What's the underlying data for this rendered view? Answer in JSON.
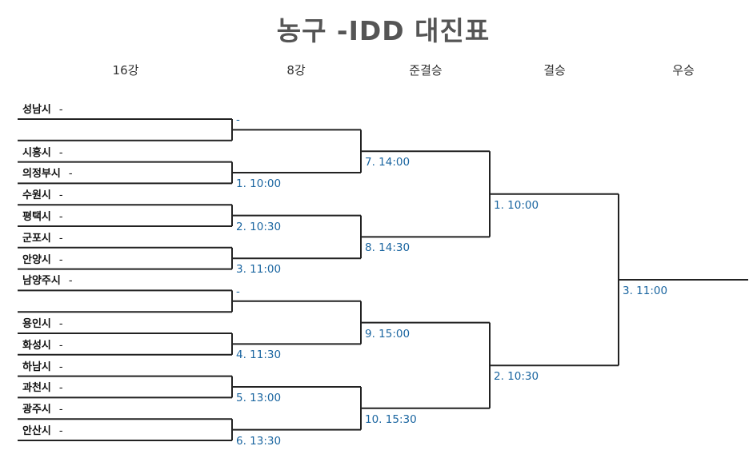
{
  "title": "농구 -IDD 대진표",
  "rounds": [
    "16강",
    "8강",
    "준결승",
    "결승",
    "우승"
  ],
  "teams": [
    {
      "name": "성남시",
      "score": "-"
    },
    {
      "name": "",
      "score": ""
    },
    {
      "name": "시흥시",
      "score": "-"
    },
    {
      "name": "의정부시",
      "score": "-"
    },
    {
      "name": "수원시",
      "score": "-"
    },
    {
      "name": "평택시",
      "score": "-"
    },
    {
      "name": "군포시",
      "score": "-"
    },
    {
      "name": "안양시",
      "score": "-"
    },
    {
      "name": "남양주시",
      "score": "-"
    },
    {
      "name": "",
      "score": ""
    },
    {
      "name": "용인시",
      "score": "-"
    },
    {
      "name": "화성시",
      "score": "-"
    },
    {
      "name": "하남시",
      "score": "-"
    },
    {
      "name": "과천시",
      "score": "-"
    },
    {
      "name": "광주시",
      "score": "-"
    },
    {
      "name": "안산시",
      "score": "-"
    }
  ],
  "matches": {
    "round16": [
      "-",
      "1. 10:00",
      "2. 10:30",
      "3. 11:00",
      "-",
      "4. 11:30",
      "5. 13:00",
      "6. 13:30"
    ],
    "quarter": [
      "7. 14:00",
      "8. 14:30",
      "9. 15:00",
      "10. 15:30"
    ],
    "semi": [
      "1. 10:00",
      "2. 10:30"
    ],
    "final": [
      "3. 11:00"
    ]
  },
  "colors": {
    "line": "#222222",
    "match_label": "#1a65a0",
    "title": "#555555"
  }
}
